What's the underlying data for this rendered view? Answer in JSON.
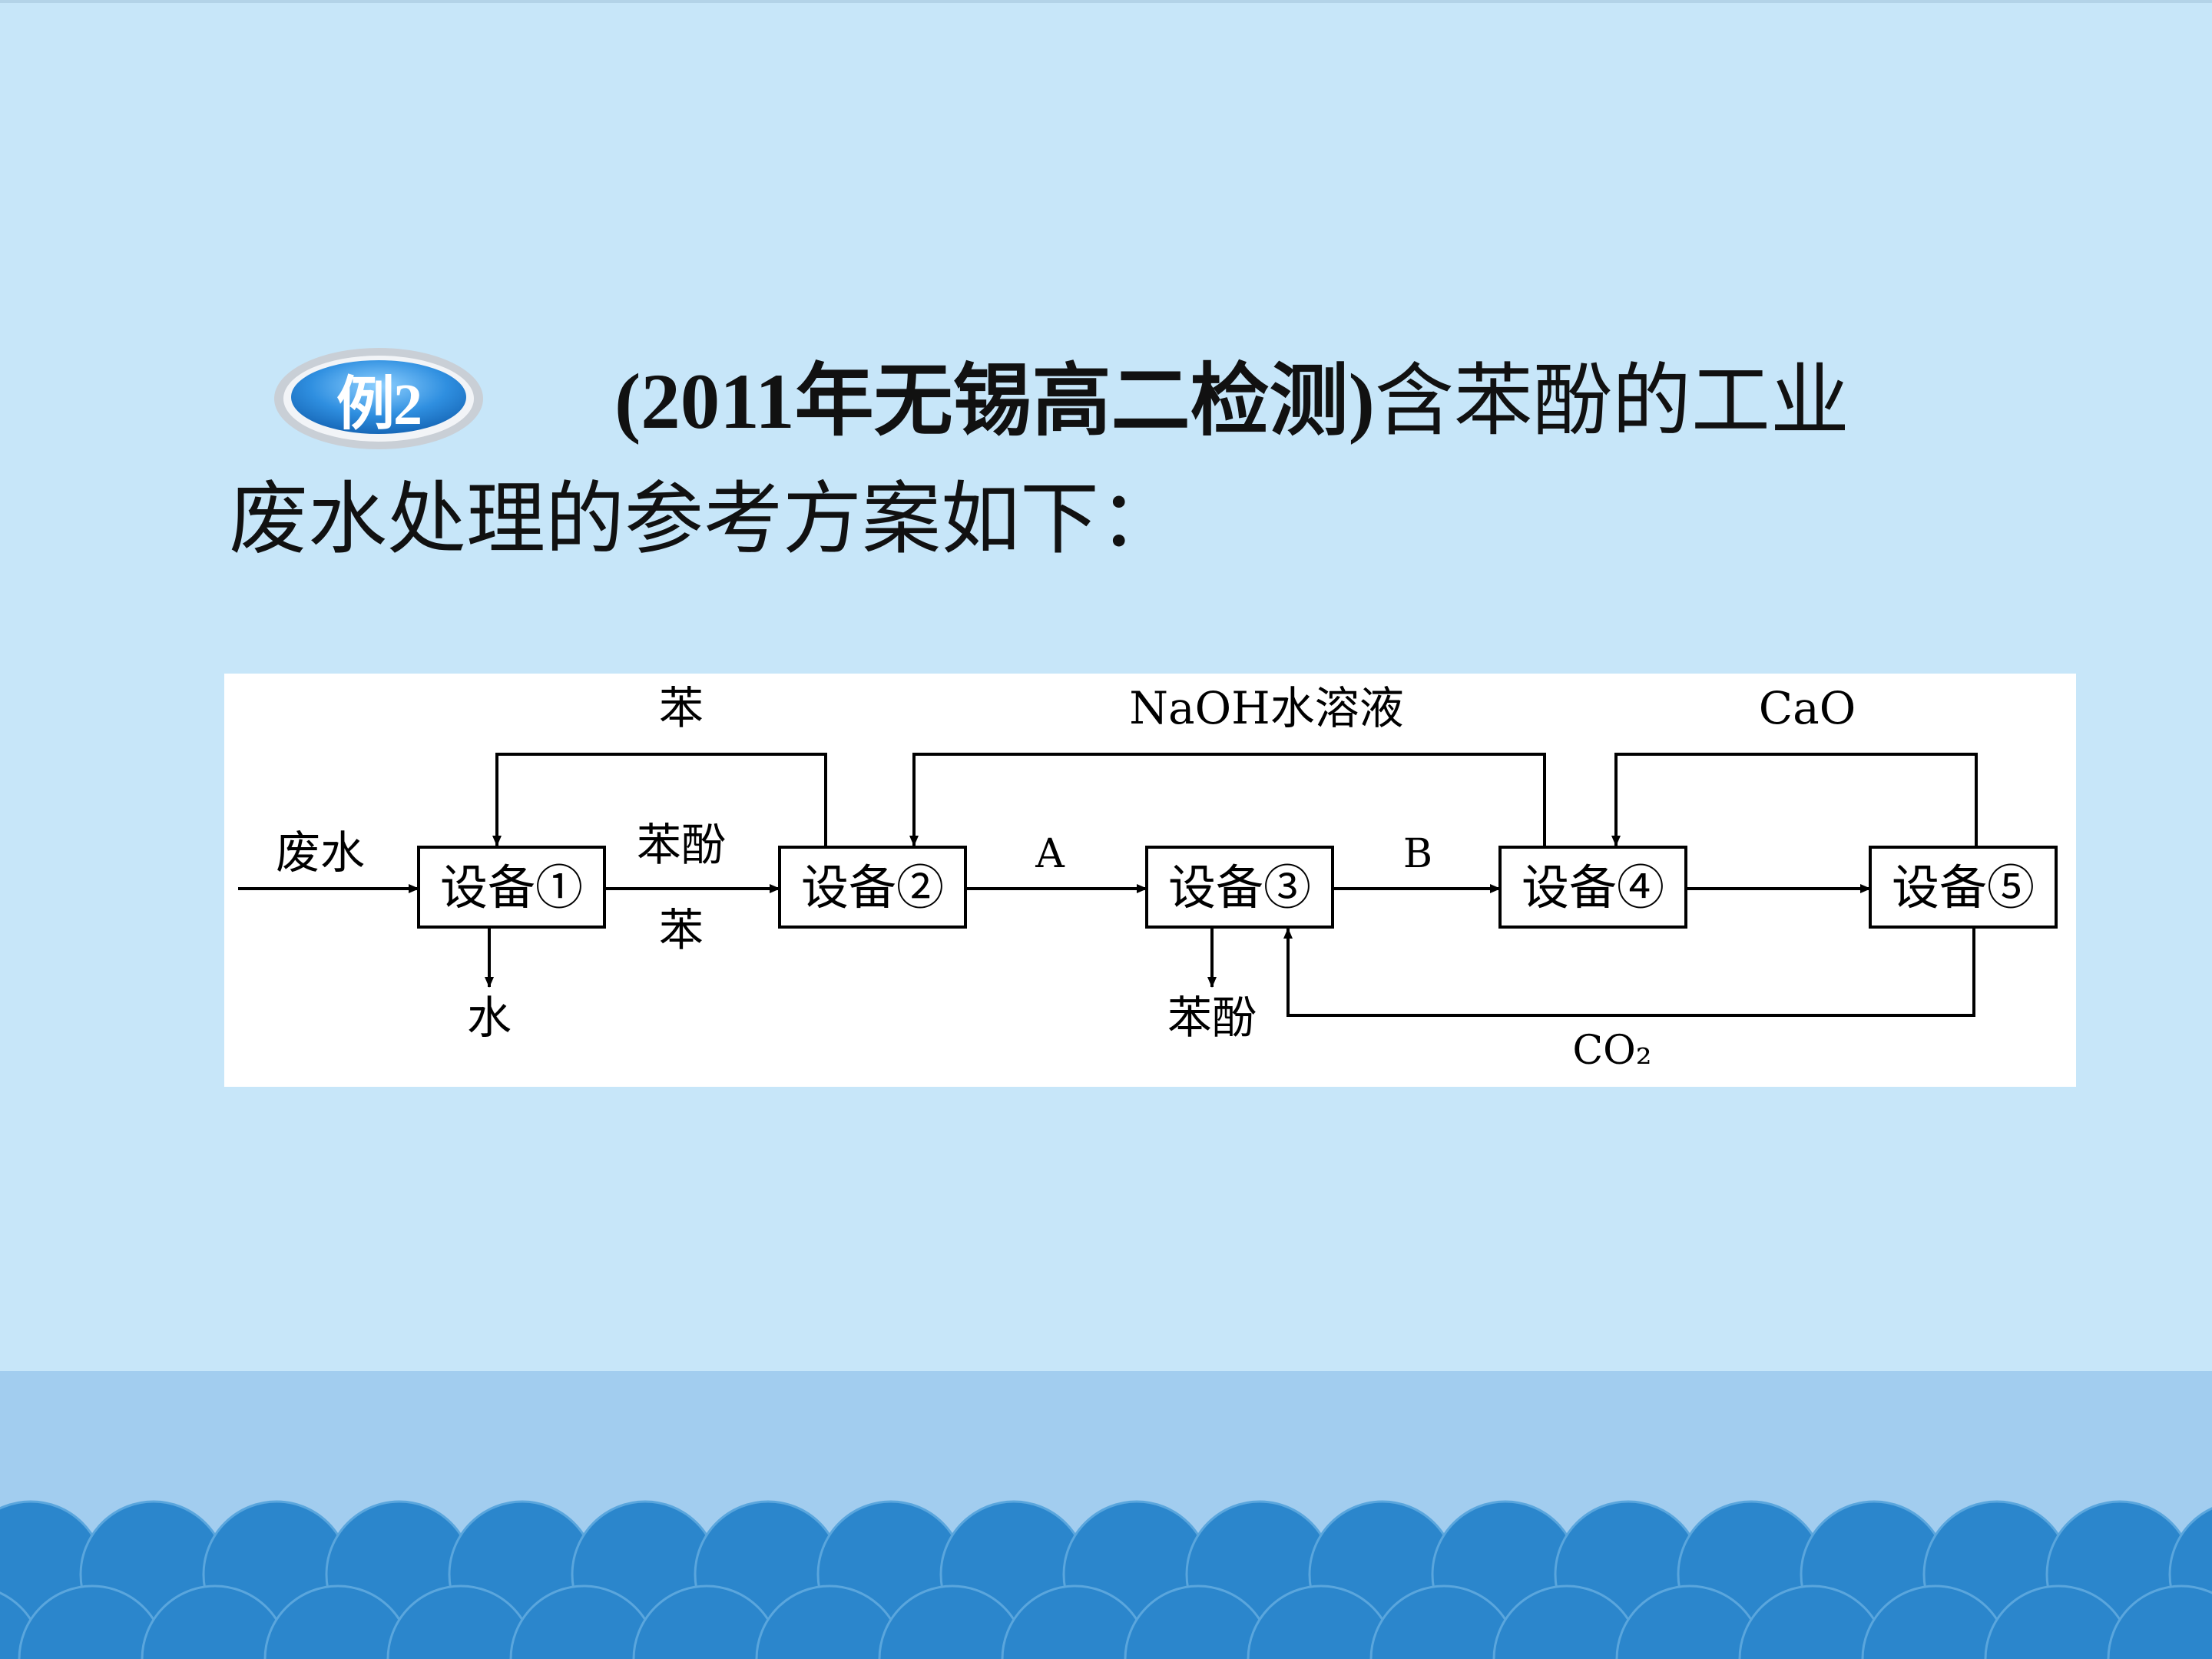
{
  "badge": {
    "label": "例2"
  },
  "question": {
    "source": "(2011年无锡高二检测)",
    "line1_rest": "含苯酚的工业",
    "line2": "废水处理的参考方案如下："
  },
  "diagram": {
    "devices": [
      {
        "label": "设备①"
      },
      {
        "label": "设备②"
      },
      {
        "label": "设备③"
      },
      {
        "label": "设备④"
      },
      {
        "label": "设备⑤"
      }
    ],
    "labels": {
      "input": "废水",
      "out_water": "水",
      "to2_top": "苯酚",
      "to2_bottom": "苯",
      "recycle_benzene": "苯",
      "naoh": "NaOH水溶液",
      "cao": "CaO",
      "a": "A",
      "b": "B",
      "phenol_out": "苯酚",
      "co2": "CO₂"
    }
  },
  "colors": {
    "background": "#c7e6f9",
    "footer_band": "#a2cdef",
    "waves": "#2b86cc",
    "badge": "#3b9be0"
  }
}
